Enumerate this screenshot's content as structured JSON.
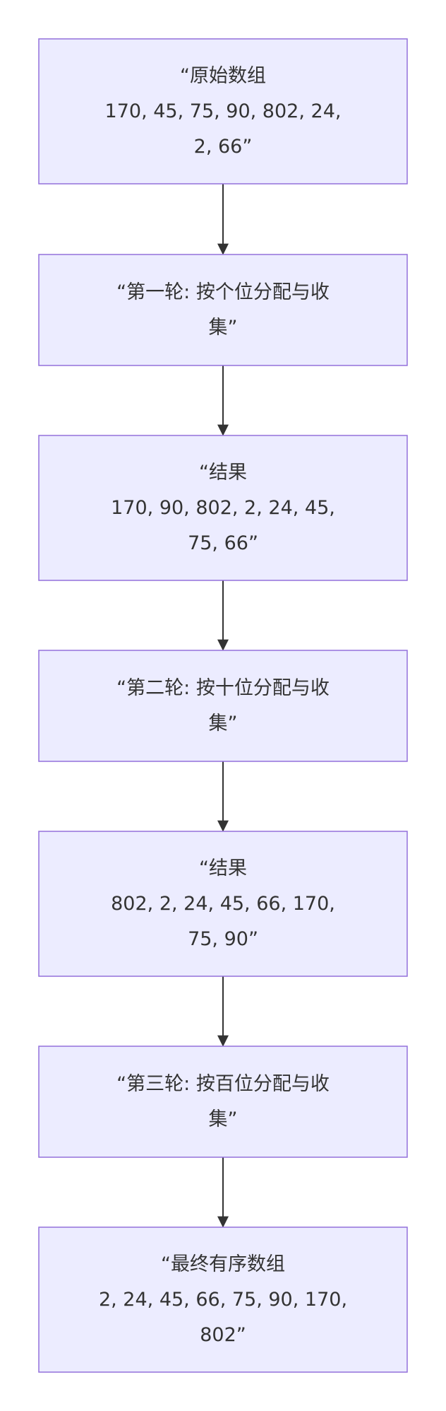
{
  "diagram": {
    "type": "flowchart",
    "direction": "top-down",
    "colors": {
      "node_fill": "#ECECFF",
      "node_border": "#9370DB",
      "edge": "#333333",
      "text": "#333333"
    },
    "nodes": [
      {
        "id": "n1",
        "lines": [
          "“原始数组",
          "170, 45, 75, 90, 802, 24,",
          "2, 66”"
        ]
      },
      {
        "id": "n2",
        "lines": [
          "“第一轮: 按个位分配与收",
          "集”"
        ]
      },
      {
        "id": "n3",
        "lines": [
          "“结果",
          "170, 90, 802, 2, 24, 45,",
          "75, 66”"
        ]
      },
      {
        "id": "n4",
        "lines": [
          "“第二轮: 按十位分配与收",
          "集”"
        ]
      },
      {
        "id": "n5",
        "lines": [
          "“结果",
          "802, 2, 24, 45, 66, 170,",
          "75, 90”"
        ]
      },
      {
        "id": "n6",
        "lines": [
          "“第三轮: 按百位分配与收",
          "集”"
        ]
      },
      {
        "id": "n7",
        "lines": [
          "“最终有序数组",
          "2, 24, 45, 66, 75, 90, 170,",
          "802”"
        ]
      }
    ],
    "edges": [
      {
        "from": "n1",
        "to": "n2"
      },
      {
        "from": "n2",
        "to": "n3"
      },
      {
        "from": "n3",
        "to": "n4"
      },
      {
        "from": "n4",
        "to": "n5"
      },
      {
        "from": "n5",
        "to": "n6"
      },
      {
        "from": "n6",
        "to": "n7"
      }
    ]
  }
}
